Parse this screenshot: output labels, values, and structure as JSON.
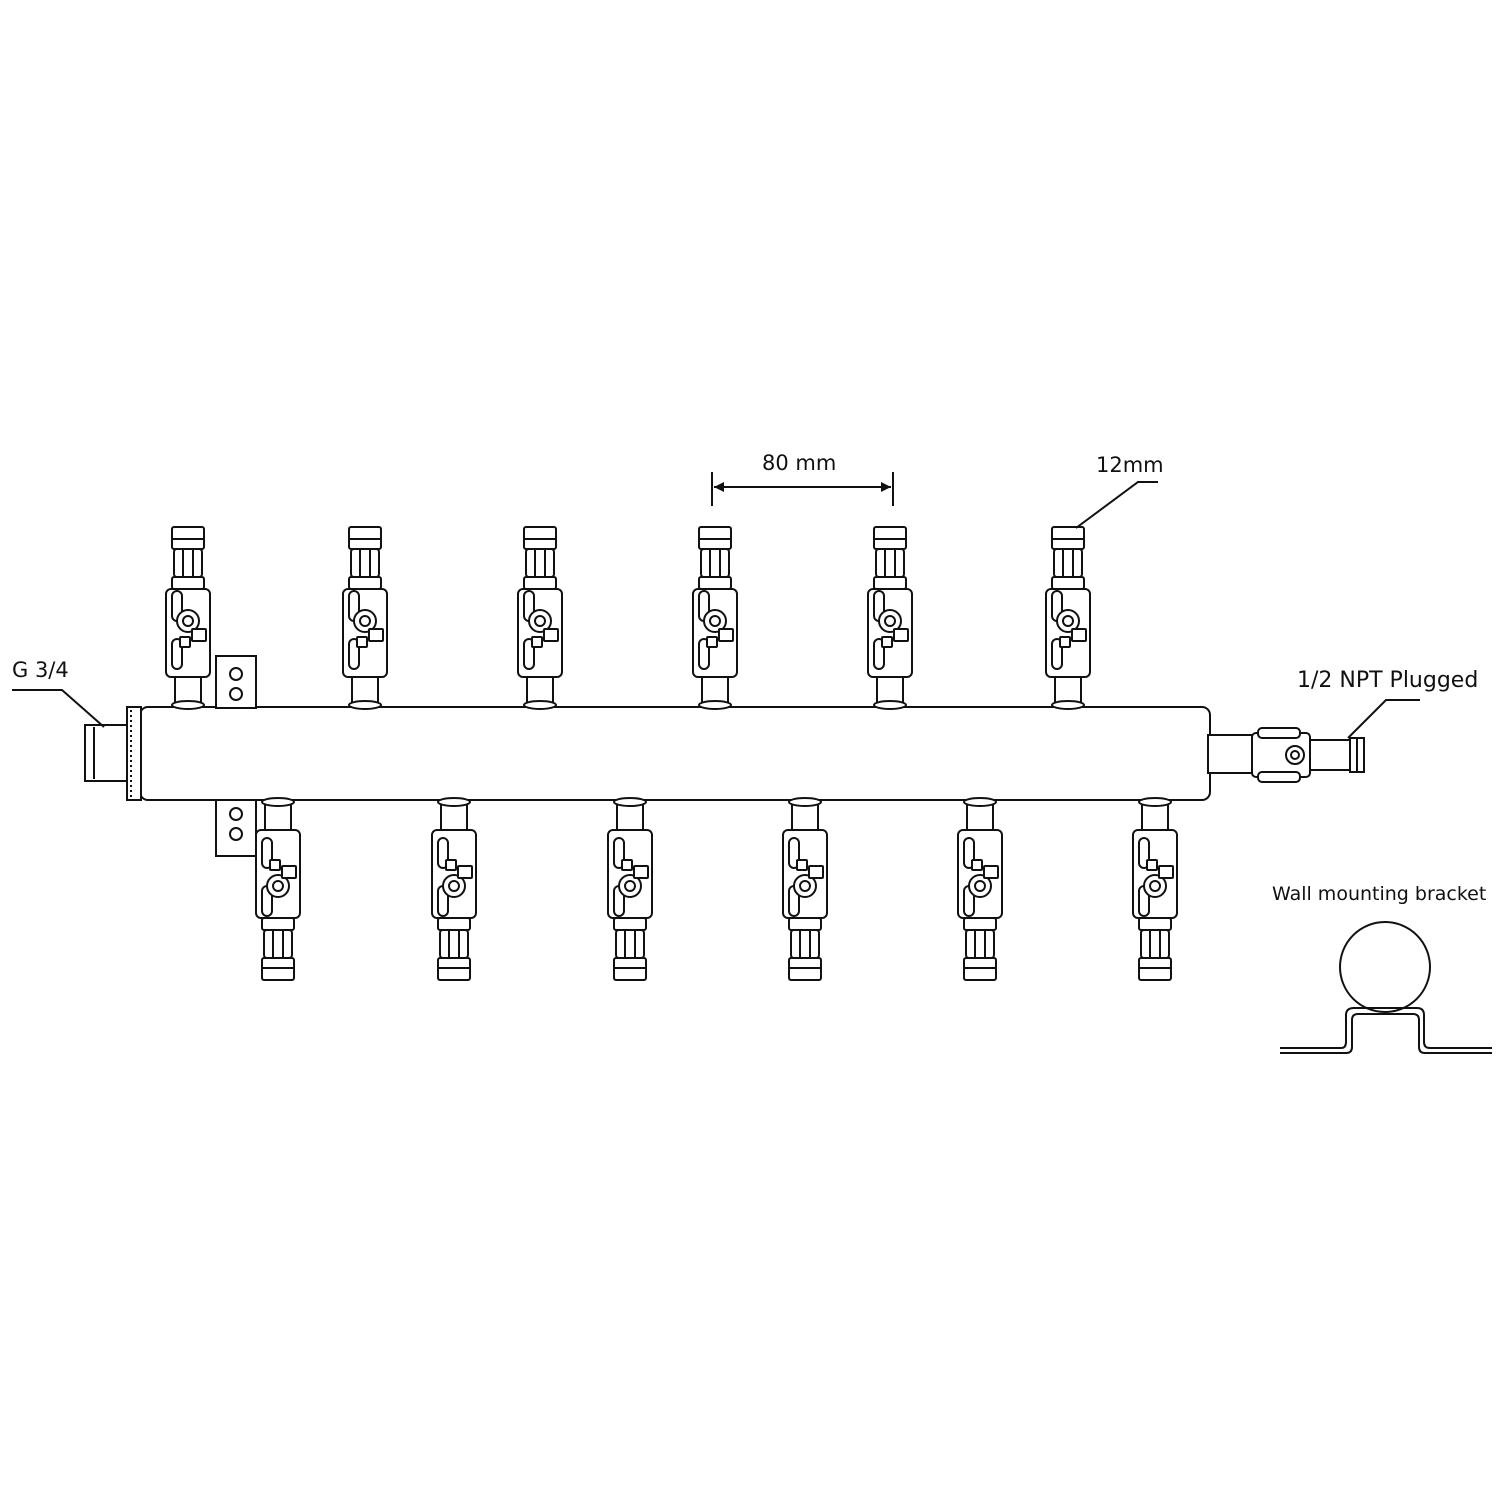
{
  "labels": {
    "inlet": "G 3/4",
    "plug": "1/2 NPT Plugged",
    "spacing": "80 mm",
    "tube": "12mm",
    "bracket": "Wall mounting bracket"
  },
  "outlets": {
    "top_count": 6,
    "bottom_count": 6
  },
  "colors": {
    "line": "#111111",
    "background": "#ffffff"
  }
}
